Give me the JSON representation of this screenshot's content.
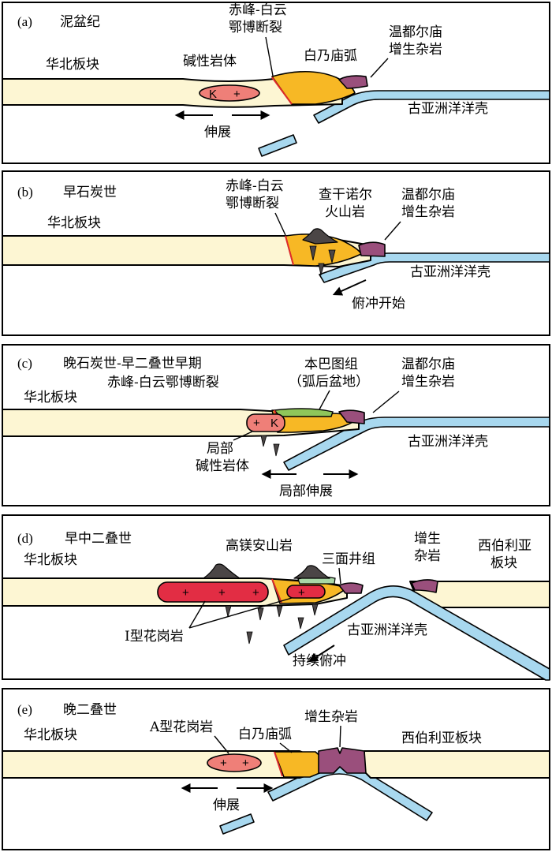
{
  "panels": {
    "a": {
      "id": "(a)",
      "period": "泥盆纪",
      "north_china": "华北板块",
      "fault": [
        "赤峰-白云",
        "鄂博断裂"
      ],
      "alkaline": "碱性岩体",
      "arc": "白乃庙弧",
      "accretion": [
        "温都尔庙",
        "增生杂岩"
      ],
      "ocean": "古亚洲洋洋壳",
      "extension": "伸展",
      "pluton_marks": [
        "K",
        "+"
      ]
    },
    "b": {
      "id": "(b)",
      "period": "早石炭世",
      "north_china": "华北板块",
      "fault": [
        "赤峰-白云",
        "鄂博断裂"
      ],
      "volcanic": [
        "查干诺尔",
        "火山岩"
      ],
      "accretion": [
        "温都尔庙",
        "增生杂岩"
      ],
      "ocean": "古亚洲洋洋壳",
      "subduction": "俯冲开始"
    },
    "c": {
      "id": "(c)",
      "period": "晚石炭世-早二叠世早期",
      "fault": "赤峰-白云鄂博断裂",
      "north_china": "华北板块",
      "basin": [
        "本巴图组",
        "（弧后盆地）"
      ],
      "accretion": [
        "温都尔庙",
        "增生杂岩"
      ],
      "ocean": "古亚洲洋洋壳",
      "local_alkaline": [
        "局部",
        "碱性岩体"
      ],
      "local_extension": "局部伸展",
      "pluton_marks": [
        "+",
        "K"
      ]
    },
    "d": {
      "id": "(d)",
      "period": "早中二叠世",
      "north_china": "华北板块",
      "andesite": "高镁安山岩",
      "sanmianjing": "三面井组",
      "accretion": [
        "增生",
        "杂岩"
      ],
      "siberia": [
        "西伯利亚",
        "板块"
      ],
      "granite": "I型花岗岩",
      "ocean": "古亚洲洋洋壳",
      "subduction": "持续俯冲",
      "pluton_marks": [
        "+",
        "+",
        "+",
        "+"
      ]
    },
    "e": {
      "id": "(e)",
      "period": "晚二叠世",
      "north_china": "华北板块",
      "granite": "A型花岗岩",
      "arc": "白乃庙弧",
      "accretion": "增生杂岩",
      "siberia": "西伯利亚板块",
      "extension": "伸展",
      "pluton_marks": [
        "+",
        "+"
      ]
    }
  },
  "colors": {
    "plate": "#fdf6d3",
    "ocean_crust": "#a8d8ef",
    "arc": "#f7b825",
    "accretionary_complex": "#9a4f7c",
    "alkaline_pluton": "#ef7f78",
    "i_type_granite": "#e22d44",
    "backarc_basin": "#8fc65a",
    "volcanic": "#4b4646",
    "fault": "#e02a2a"
  }
}
